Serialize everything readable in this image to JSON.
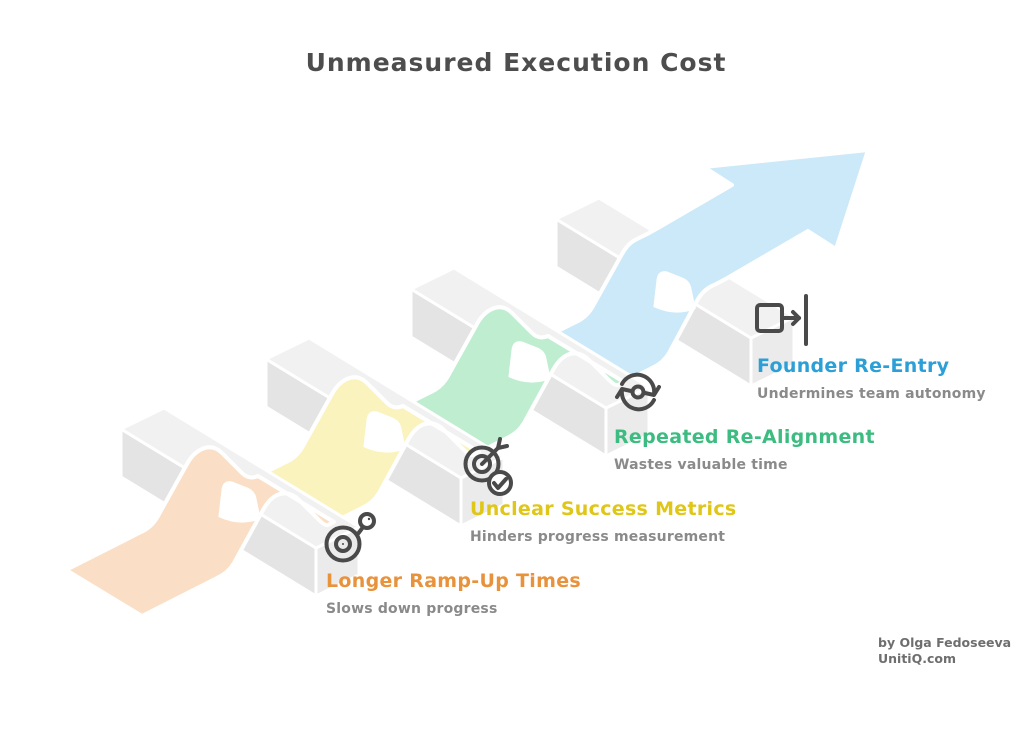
{
  "title": "Unmeasured Execution Cost",
  "items": [
    {
      "label": "Longer Ramp-Up Times",
      "description": "Slows down progress",
      "label_color": "#e8923c",
      "ribbon_color": "#fadfc6",
      "icon": "snail-icon"
    },
    {
      "label": "Unclear Success Metrics",
      "description": "Hinders progress measurement",
      "label_color": "#dfc617",
      "ribbon_color": "#fbf3bd",
      "icon": "target-check-icon"
    },
    {
      "label": "Repeated Re-Alignment",
      "description": "Wastes valuable time",
      "label_color": "#3cbc80",
      "ribbon_color": "#beedcf",
      "icon": "sync-arrows-icon"
    },
    {
      "label": "Founder Re-Entry",
      "description": "Undermines team autonomy",
      "label_color": "#2b9fd6",
      "ribbon_color": "#cbe9f8",
      "icon": "enter-door-icon"
    }
  ],
  "attribution": {
    "line1": "by Olga Fedoseeva",
    "line2": "UnitiQ.com"
  },
  "diagram": {
    "type": "isometric ribbon over hurdle bars ending in arrow",
    "arrow_color": "#cbe9f8",
    "bar_top_color": "#f1f1f1",
    "bar_side_color": "#e4e4e4",
    "bar_end_color": "#ebebeb",
    "icon_stroke_color": "#4a4a4a",
    "title_color": "#4d4d4d",
    "description_color": "#8a8a8a"
  }
}
